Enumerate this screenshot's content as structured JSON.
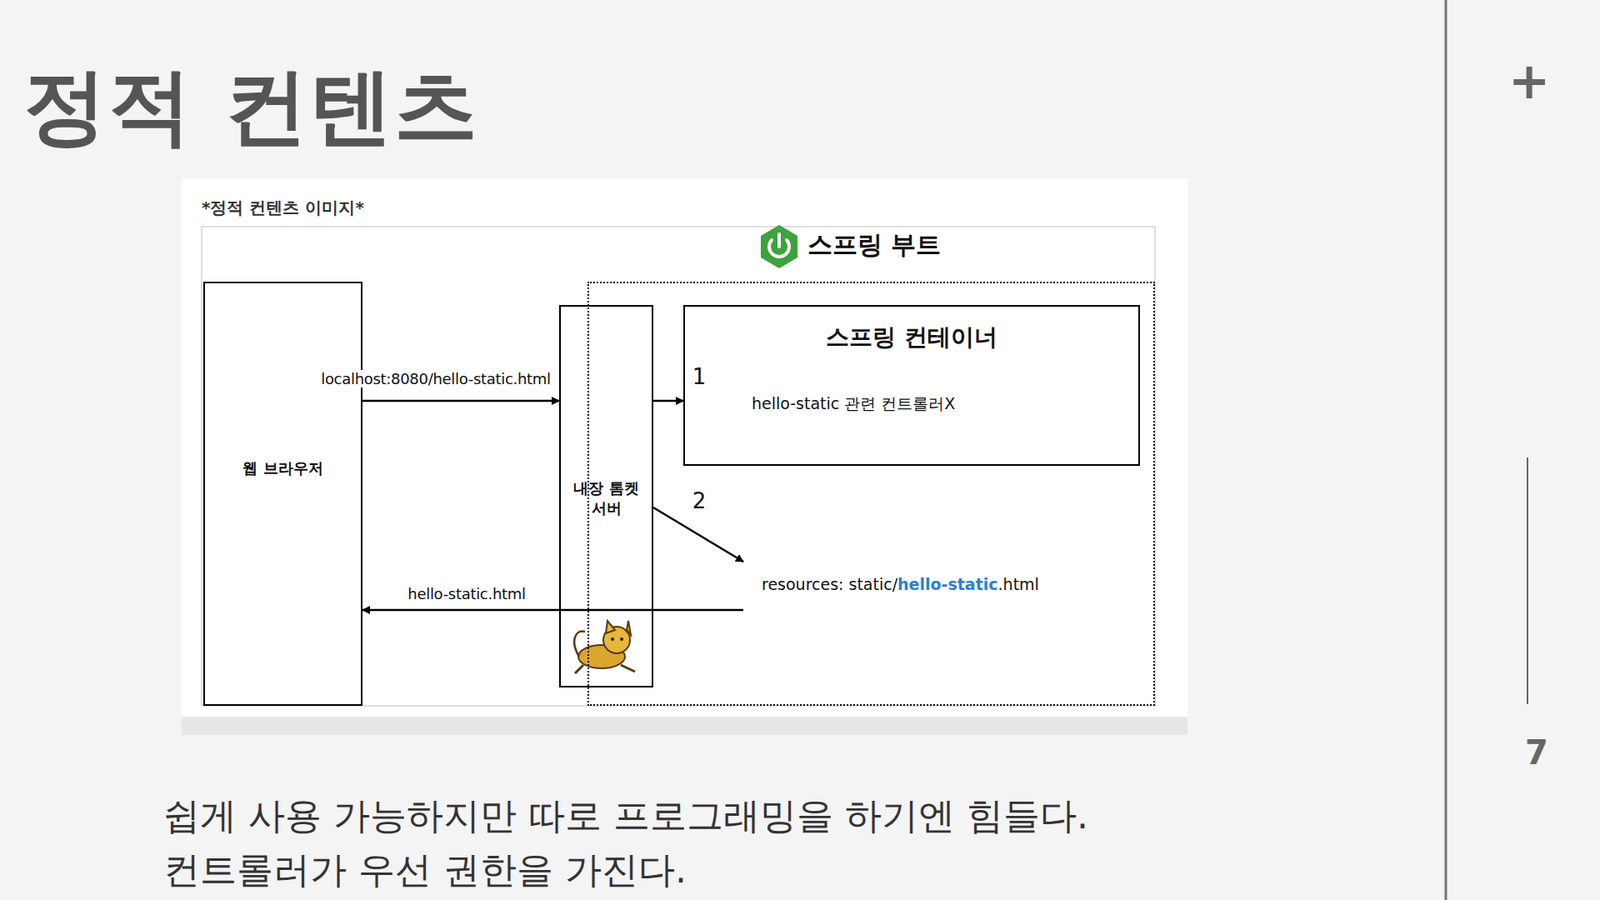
{
  "diagram": {
    "title": "정적 컨텐츠",
    "nodes": [
      {
        "text": [
          "웹 브라우저"
        ]
      },
      {
        "text": [
          "스프링 부트"
        ]
      },
      {
        "text": [
          "내장 톰켓 서버"
        ],
        "in": 1
      },
      {
        "text": [
          "스프링 컨테이너",
          "hello-static 관련 컨트롤러X"
        ],
        "in": 1
      },
      {
        "text": [
          "resources: static/",
          "hello-static",
          ".html"
        ],
        "in": 1
      }
    ],
    "edges": [
      {
        "from": 0,
        "to": 2,
        "label": "localhost:8080/hello-static.html",
        "arrow": "to"
      },
      {
        "from": 2,
        "to": 3,
        "label": "1",
        "arrow": "to"
      },
      {
        "from": 2,
        "to": 4,
        "label": "2",
        "arrow": "to"
      },
      {
        "from": 4,
        "to": 0,
        "label": "hello-static.html",
        "arrow": "to"
      }
    ],
    "labels": [
      "*정적 컨텐츠 이미지*",
      "쉽게 사용 가능하지만 따로 프로그래밍을 하기엔 힘들다.",
      "컨트롤러가 우선 권한을 가진다.",
      "+",
      "7"
    ]
  }
}
